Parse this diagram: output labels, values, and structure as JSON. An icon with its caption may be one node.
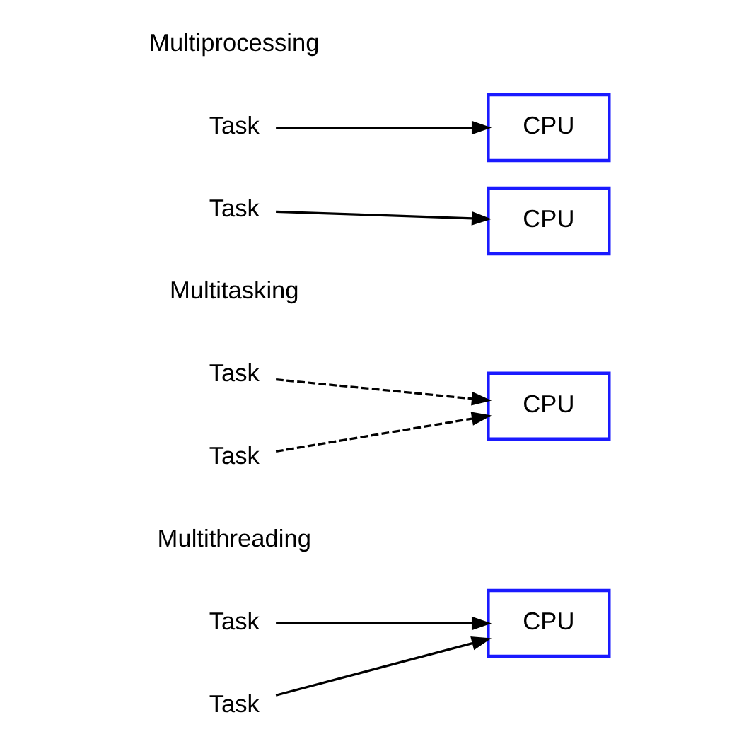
{
  "diagram": {
    "nodes": [
      {
        "text": [
          "Task"
        ]
      },
      {
        "text": [
          "CPU"
        ]
      },
      {
        "text": [
          "Task"
        ]
      },
      {
        "text": [
          "CPU"
        ]
      },
      {
        "text": [
          "Task"
        ]
      },
      {
        "text": [
          "Task"
        ]
      },
      {
        "text": [
          "CPU"
        ]
      },
      {
        "text": [
          "Task"
        ]
      },
      {
        "text": [
          "Task"
        ]
      },
      {
        "text": [
          "CPU"
        ]
      }
    ],
    "edges": [
      {
        "from": 0,
        "to": 1,
        "arrow": "to"
      },
      {
        "from": 2,
        "to": 3,
        "arrow": "to"
      },
      {
        "from": 4,
        "to": 6,
        "arrow": "to",
        "style": "dashed"
      },
      {
        "from": 5,
        "to": 6,
        "arrow": "to",
        "style": "dashed"
      },
      {
        "from": 7,
        "to": 9,
        "arrow": "to"
      },
      {
        "from": 8,
        "to": 9,
        "arrow": "to"
      }
    ],
    "labels": [
      "Multiprocessing",
      "Multitasking",
      "Multithreading"
    ]
  }
}
